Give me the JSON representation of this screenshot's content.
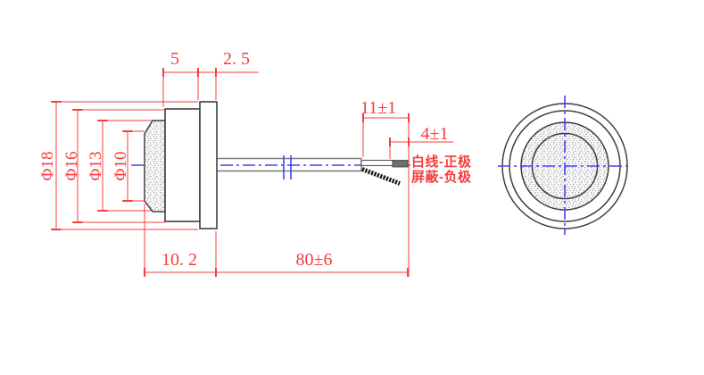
{
  "drawing": {
    "type": "technical drawing - ultrasonic transducer with cable",
    "views": {
      "side_view": "side-section-view",
      "front_view": "front-circular-view"
    },
    "dimensions": {
      "body_length": "5",
      "flange_thickness": "2. 5",
      "dia_flange": "Φ18",
      "dia_body": "Φ16",
      "dia_sponge": "Φ13",
      "dia_face": "Φ10",
      "head_length": "10. 2",
      "cable_length": "80±6",
      "strip_length": "11±1",
      "tip_length": "4±1"
    },
    "annotations": {
      "wire_white": "白线-正极",
      "wire_shield": "屏蔽-负极"
    },
    "colors": {
      "dimension_red": "#f73c3c",
      "centerline_blue": "#4343f2",
      "outline_dark": "#3f3f3f",
      "cable_gray": "#7d7d7d",
      "background": "#ffffff"
    }
  }
}
